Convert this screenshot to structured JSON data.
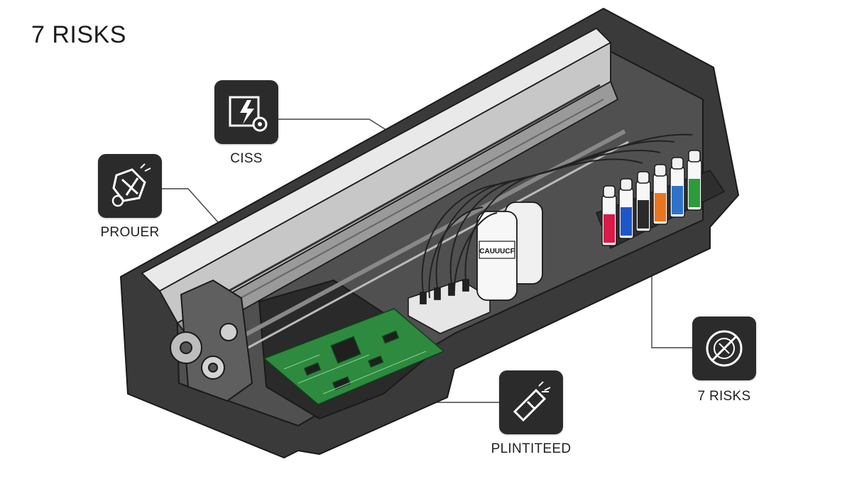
{
  "title": "7 RISKS",
  "callouts": [
    {
      "id": "ciss",
      "label": "CISS",
      "icon": "lightning-gear-icon"
    },
    {
      "id": "prouer",
      "label": "PROUER",
      "icon": "cracked-part-gear-icon"
    },
    {
      "id": "risks",
      "label": "7 RISKS",
      "icon": "blocked-circle-icon"
    },
    {
      "id": "plintiteed",
      "label": "PLINTITEED",
      "icon": "broken-printhead-icon"
    }
  ],
  "ink_bottle_label": "CAUUUCF",
  "ink_colors": [
    "#d81b4a",
    "#1e56c8",
    "#2a2a2a",
    "#e8761e",
    "#2f72c9",
    "#2c9b3c"
  ],
  "colors": {
    "callout_bg": "#2b2b2b",
    "board_green": "#2d8a3e",
    "chassis": "#3a3a3a"
  }
}
